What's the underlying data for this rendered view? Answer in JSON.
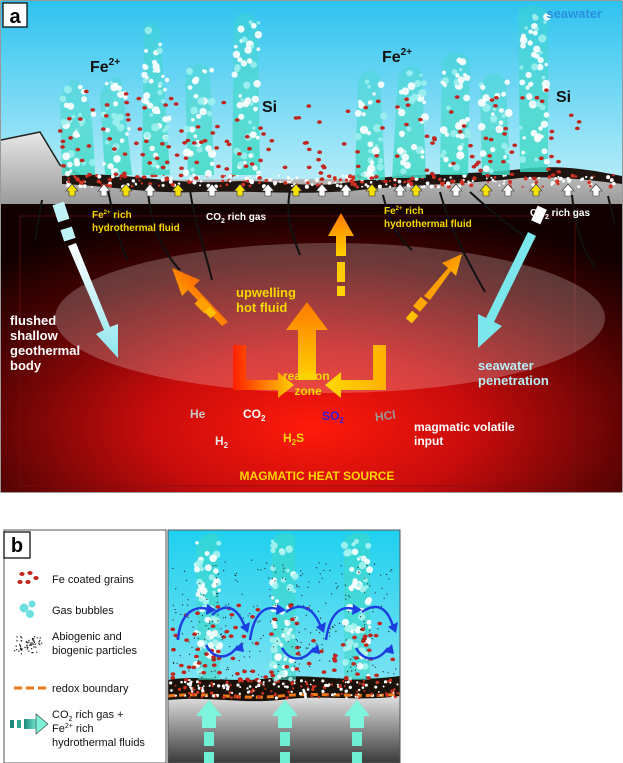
{
  "panel_a": {
    "panel_label": "a",
    "seawater": "seawater",
    "fe_left": "Fe",
    "fe_left_sup": "2+",
    "si_left": "Si",
    "fe_right": "Fe",
    "fe_right_sup": "2+",
    "si_right": "Si",
    "fluid_left_1a": "Fe",
    "fluid_left_1sup": "2+",
    "fluid_left_1b": " rich",
    "fluid_left_2": "hydrothermal fluid",
    "co2_left_a": "CO",
    "co2_left_sub": "2",
    "co2_left_b": " rich gas",
    "fluid_right_1a": "Fe",
    "fluid_right_1sup": "2+",
    "fluid_right_1b": " rich",
    "fluid_right_2": "hydrothermal fluid",
    "co2_right_a": "CO",
    "co2_right_sub": "2",
    "co2_right_b": " rich gas",
    "flushed_1": "flushed",
    "flushed_2": "shallow",
    "flushed_3": "geothermal",
    "flushed_4": "body",
    "upwelling_1": "upwelling",
    "upwelling_2": "hot fluid",
    "reaction_1": "reaction",
    "reaction_2": "zone",
    "seawater_pen_1": "seawater",
    "seawater_pen_2": "penetration",
    "he": "He",
    "co2_gas_a": "CO",
    "co2_gas_sub": "2",
    "so2_a": "SO",
    "so2_sub": "2",
    "hcl": "HCl",
    "h2_a": "H",
    "h2_sub": "2",
    "h2s_a": "H",
    "h2s_sub": "2",
    "h2s_b": "S",
    "magmatic_1": "magmatic volatile",
    "magmatic_2": "input",
    "heat_source": "MAGMATIC HEAT SOURCE"
  },
  "panel_b": {
    "panel_label": "b",
    "legend": {
      "fe_grains": "Fe coated grains",
      "gas_bubbles": "Gas bubbles",
      "particles_1": "Abiogenic and",
      "particles_2": "biogenic particles",
      "redox": "redox boundary",
      "gas_1a": "CO",
      "gas_1sub": "2",
      "gas_1b": " rich gas +",
      "gas_2a": "Fe",
      "gas_2sup": "2+",
      "gas_2b": " rich",
      "gas_3": "hydrothermal fluids"
    }
  },
  "colors": {
    "seawater_top": "#3cc8f0",
    "seawater_bottom": "#aee9f9",
    "magma_core": "#e01010",
    "magma_edge": "#1a0000",
    "yellow_label": "#f5d800",
    "bubble_cyan": "#6fe0e0",
    "fe_grain_red": "#c0261e",
    "redox_orange": "#f07818"
  }
}
